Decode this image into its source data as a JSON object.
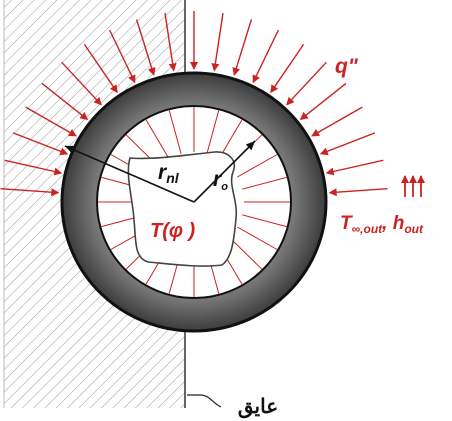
{
  "labels": {
    "heat_flux": "q\"",
    "outer_radius": "r",
    "outer_radius_sub": "nl",
    "inner_radius": "r",
    "inner_radius_sub": "o",
    "temperature": "T(φ )",
    "ambient_T": "T",
    "ambient_T_sub": "∞,out",
    "separator": ", ",
    "ambient_h": "h",
    "ambient_h_sub": "out",
    "insulation_label": "عايق"
  },
  "colors": {
    "arrow_red": "#cc2222",
    "ring_dark": "#444444",
    "ring_light": "#8a8a8a",
    "text_black": "#111111"
  }
}
